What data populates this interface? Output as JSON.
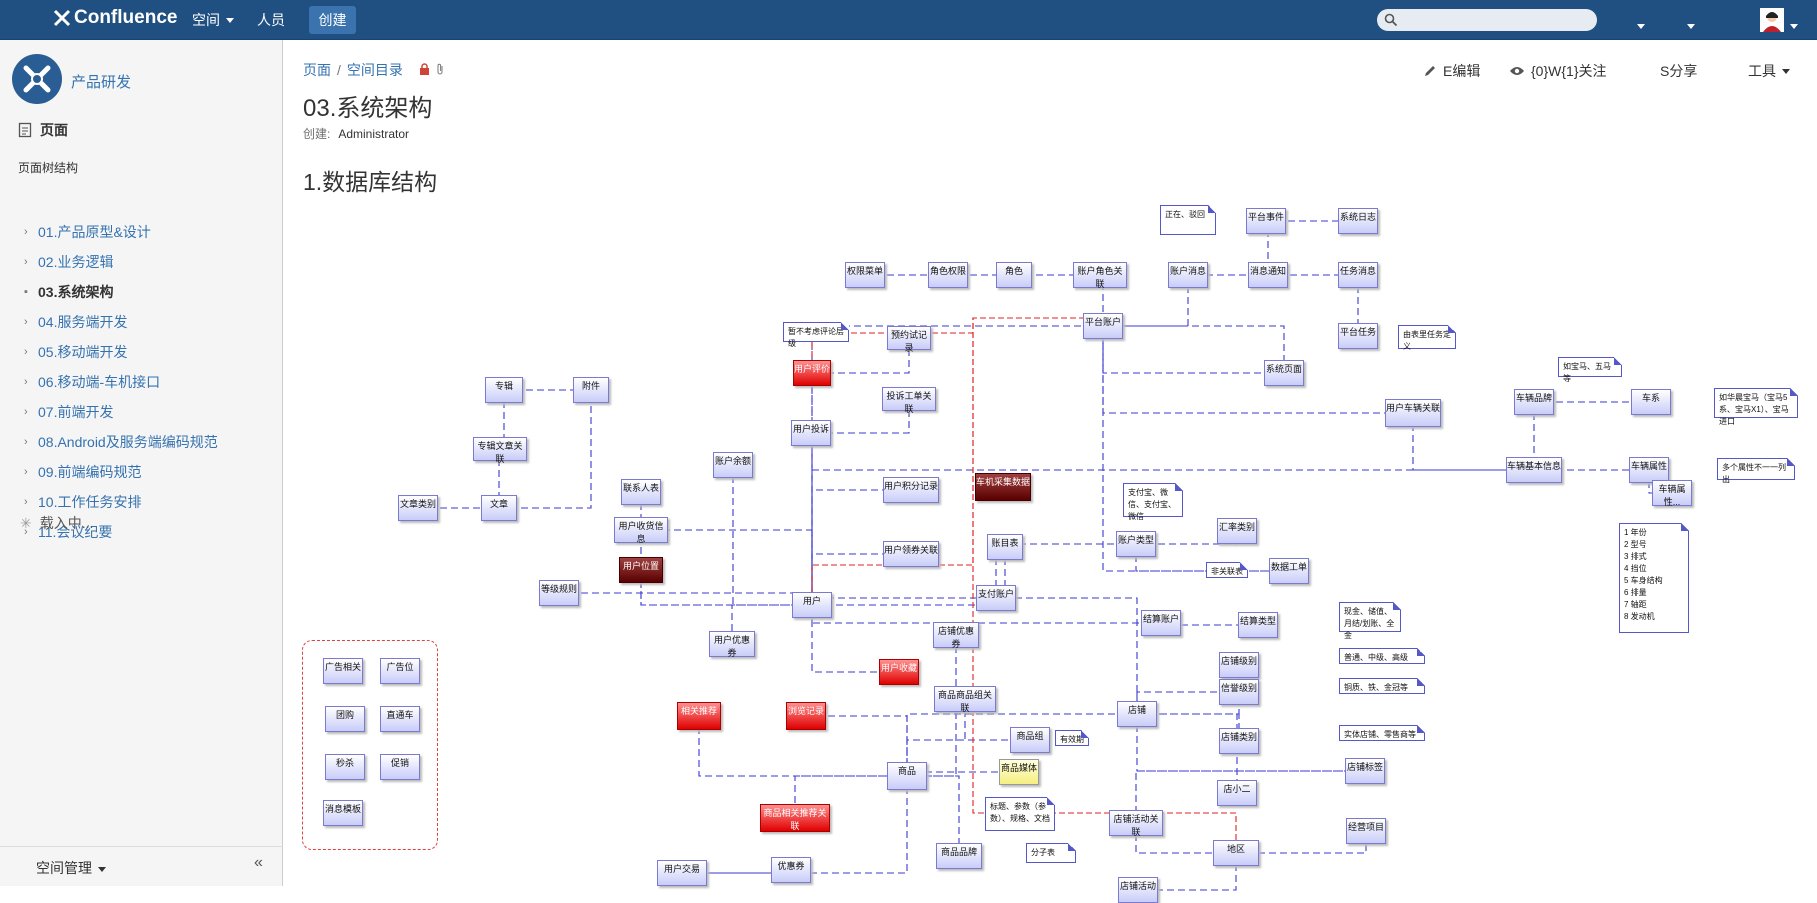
{
  "topbar": {
    "app_name": "Confluence",
    "spaces_label": "空间",
    "people_label": "人员",
    "create_label": "创建",
    "search_placeholder": ""
  },
  "sidebar": {
    "space_name": "产品研发",
    "pages_label": "页面",
    "tree_title": "页面树结构",
    "items": [
      {
        "label": "01.产品原型&设计",
        "current": false
      },
      {
        "label": "02.业务逻辑",
        "current": false
      },
      {
        "label": "03.系统架构",
        "current": true
      },
      {
        "label": "04.服务端开发",
        "current": false
      },
      {
        "label": "05.移动端开发",
        "current": false
      },
      {
        "label": "06.移动端-车机接口",
        "current": false
      },
      {
        "label": "07.前端开发",
        "current": false
      },
      {
        "label": "08.Android及服务端编码规范",
        "current": false
      },
      {
        "label": "09.前端编码规范",
        "current": false
      },
      {
        "label": "10.工作任务安排",
        "current": false
      },
      {
        "label": "11.会议纪要",
        "current": false
      }
    ],
    "loading_label": "载入中...",
    "space_admin_label": "空间管理",
    "collapse_icon": "«"
  },
  "breadcrumb": {
    "item1": "页面",
    "item2": "空间目录"
  },
  "page": {
    "title": "03.系统架构",
    "created_label": "创建:",
    "author": "Administrator",
    "heading": "1.数据库结构"
  },
  "actions": {
    "edit_label": "E编辑",
    "watch_label": "{0}W{1}关注",
    "share_label": "S分享",
    "tools_label": "工具"
  },
  "diagram": {
    "boxes": [
      {
        "t": "专辑",
        "s": "n"
      },
      {
        "t": "附件",
        "s": "n"
      },
      {
        "t": "专辑文章关联",
        "s": "n"
      },
      {
        "t": "文章类别",
        "s": "n"
      },
      {
        "t": "文章",
        "s": "n"
      },
      {
        "t": "权限菜单",
        "s": "n"
      },
      {
        "t": "角色权限",
        "s": "n"
      },
      {
        "t": "角色",
        "s": "n"
      },
      {
        "t": "账户角色关联",
        "s": "n"
      },
      {
        "t": "账户消息",
        "s": "n"
      },
      {
        "t": "消息通知",
        "s": "n"
      },
      {
        "t": "任务消息",
        "s": "n"
      },
      {
        "t": "平台事件",
        "s": "n"
      },
      {
        "t": "系统日志",
        "s": "n"
      },
      {
        "t": "平台账户",
        "s": "n"
      },
      {
        "t": "平台任务",
        "s": "n"
      },
      {
        "t": "系统页面",
        "s": "n"
      },
      {
        "t": "预约试记录",
        "s": "n"
      },
      {
        "t": "用户评价",
        "s": "red"
      },
      {
        "t": "投诉工单关联",
        "s": "n"
      },
      {
        "t": "用户投诉",
        "s": "n"
      },
      {
        "t": "账户余额",
        "s": "n"
      },
      {
        "t": "用户积分记录",
        "s": "n"
      },
      {
        "t": "车机采集数据",
        "s": "dred"
      },
      {
        "t": "联系人表",
        "s": "n"
      },
      {
        "t": "用户收货信息",
        "s": "n"
      },
      {
        "t": "用户位置",
        "s": "dred"
      },
      {
        "t": "用户领券关联",
        "s": "n"
      },
      {
        "t": "账目表",
        "s": "n"
      },
      {
        "t": "等级规则",
        "s": "n"
      },
      {
        "t": "用户",
        "s": "n"
      },
      {
        "t": "支付账户",
        "s": "n"
      },
      {
        "t": "用户优惠券",
        "s": "n"
      },
      {
        "t": "店铺优惠券",
        "s": "n"
      },
      {
        "t": "用户收藏",
        "s": "red"
      },
      {
        "t": "相关推荐",
        "s": "red"
      },
      {
        "t": "浏览记录",
        "s": "red"
      },
      {
        "t": "商品商品组关联",
        "s": "n"
      },
      {
        "t": "商品组",
        "s": "n"
      },
      {
        "t": "商品",
        "s": "n"
      },
      {
        "t": "商品媒体",
        "s": "ylw"
      },
      {
        "t": "商品相关推荐关联",
        "s": "red"
      },
      {
        "t": "用户交易",
        "s": "n"
      },
      {
        "t": "优惠券",
        "s": "n"
      },
      {
        "t": "商品品牌",
        "s": "n"
      },
      {
        "t": "账户类型",
        "s": "n"
      },
      {
        "t": "汇率类别",
        "s": "n"
      },
      {
        "t": "数据工单",
        "s": "n"
      },
      {
        "t": "结算账户",
        "s": "n"
      },
      {
        "t": "结算类型",
        "s": "n"
      },
      {
        "t": "店铺级别",
        "s": "n"
      },
      {
        "t": "信誉级别",
        "s": "n"
      },
      {
        "t": "店铺",
        "s": "n"
      },
      {
        "t": "店铺类别",
        "s": "n"
      },
      {
        "t": "店小二",
        "s": "n"
      },
      {
        "t": "店铺标签",
        "s": "n"
      },
      {
        "t": "店铺活动关联",
        "s": "n"
      },
      {
        "t": "地区",
        "s": "n"
      },
      {
        "t": "经营项目",
        "s": "n"
      },
      {
        "t": "店铺活动",
        "s": "n"
      },
      {
        "t": "用户车辆关联",
        "s": "n"
      },
      {
        "t": "车辆品牌",
        "s": "n"
      },
      {
        "t": "车系",
        "s": "n"
      },
      {
        "t": "车辆基本信息",
        "s": "n"
      },
      {
        "t": "车辆属性",
        "s": "n"
      },
      {
        "t": "车辆属性...",
        "s": "n"
      },
      {
        "t": "广告相关",
        "s": "n"
      },
      {
        "t": "广告位",
        "s": "n"
      },
      {
        "t": "团购",
        "s": "n"
      },
      {
        "t": "直通车",
        "s": "n"
      },
      {
        "t": "秒杀",
        "s": "n"
      },
      {
        "t": "促销",
        "s": "n"
      },
      {
        "t": "消息模板",
        "s": "n"
      }
    ],
    "notes": [
      "正在、驳回",
      "暂不考虑评论层级",
      "由表里任务定义",
      "如宝马、五马等",
      "如华晨宝马（宝马5系、宝马X1）、宝马进口",
      "多个属性不一一列出",
      "支付宝、微信、支付宝、微信",
      "非关联表",
      "现金、储值、月结/划账、全金",
      "普通、中级、高级",
      "铜质、铁、金冠等",
      "实体店铺、零售商等",
      "标题、参数（参数）、规格、文档",
      "有效期",
      "分子表",
      "1 年份\n2 型号\n3 排式\n4 挡位\n5 车身结构\n6 排量\n7 轴距\n8 发动机"
    ]
  },
  "colors": {
    "topbar": "#205081",
    "link": "#3572b0",
    "edge": "#3a3ad0",
    "red_edge": "#e02020"
  }
}
